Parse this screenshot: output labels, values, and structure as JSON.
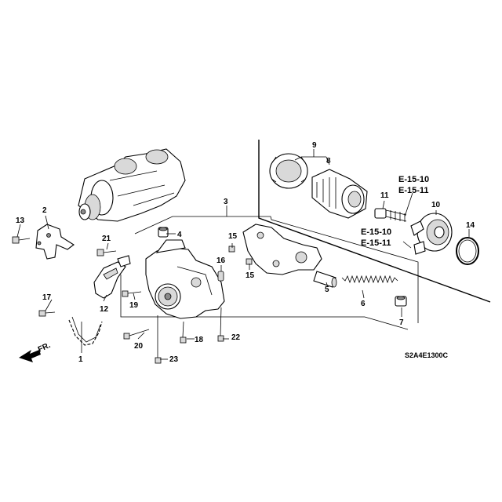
{
  "diagram": {
    "code": "S2A4E1300C",
    "direction_label": "FR.",
    "references": [
      {
        "id": "ref-upper-1",
        "text": "E-15-10"
      },
      {
        "id": "ref-upper-2",
        "text": "E-15-11"
      },
      {
        "id": "ref-lower-1",
        "text": "E-15-10"
      },
      {
        "id": "ref-lower-2",
        "text": "E-15-11"
      }
    ],
    "callouts": [
      "1",
      "2",
      "3",
      "4",
      "5",
      "6",
      "7",
      "8",
      "9",
      "10",
      "11",
      "12",
      "13",
      "14",
      "15",
      "15",
      "16",
      "17",
      "18",
      "19",
      "20",
      "21",
      "22",
      "23"
    ]
  }
}
